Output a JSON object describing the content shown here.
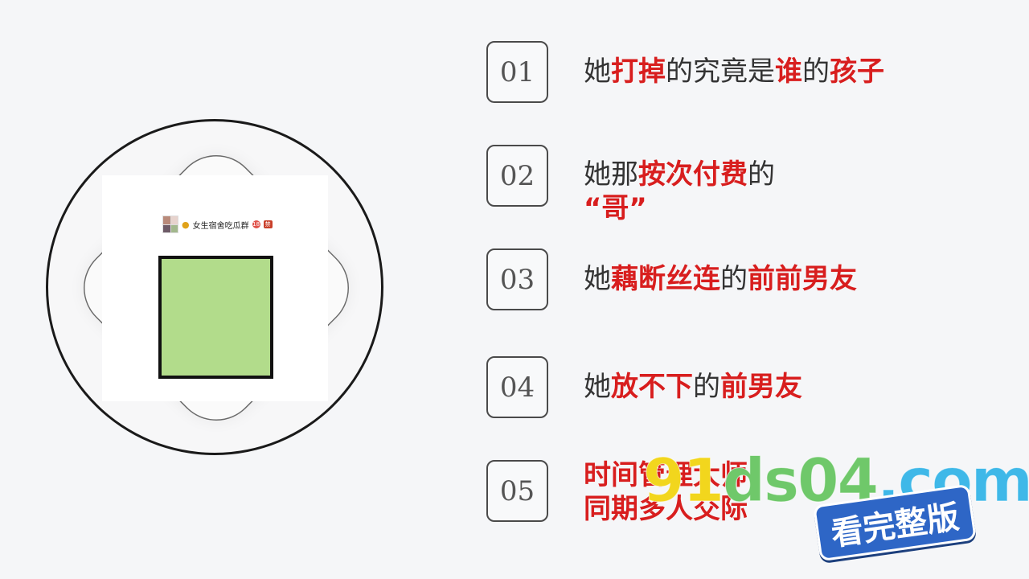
{
  "group": {
    "name": "女生宿舍吃瓜群",
    "badge1": "18",
    "badge2": "禁"
  },
  "items": [
    {
      "num": "01",
      "parts": [
        {
          "t": "她",
          "hl": false
        },
        {
          "t": "打掉",
          "hl": true
        },
        {
          "t": "的究竟是",
          "hl": false
        },
        {
          "t": "谁",
          "hl": true
        },
        {
          "t": "的",
          "hl": false
        },
        {
          "t": "孩子",
          "hl": true
        }
      ]
    },
    {
      "num": "02",
      "line1": [
        {
          "t": "她那",
          "hl": false
        },
        {
          "t": "按次付费",
          "hl": true
        },
        {
          "t": "的",
          "hl": false
        }
      ],
      "line2": "“哥”"
    },
    {
      "num": "03",
      "parts": [
        {
          "t": "她",
          "hl": false
        },
        {
          "t": "藕断丝连",
          "hl": true
        },
        {
          "t": "的",
          "hl": false
        },
        {
          "t": "前前男友",
          "hl": true
        }
      ]
    },
    {
      "num": "04",
      "parts": [
        {
          "t": "她",
          "hl": false
        },
        {
          "t": "放不下",
          "hl": true
        },
        {
          "t": "的",
          "hl": false
        },
        {
          "t": "前男友",
          "hl": true
        }
      ]
    },
    {
      "num": "05",
      "line1": "时间管理大师",
      "line2": "同期多人交际"
    }
  ],
  "watermark": {
    "domain_a": "91",
    "domain_b": "ds04",
    "domain_c": ".com",
    "cta": "看完整版"
  }
}
